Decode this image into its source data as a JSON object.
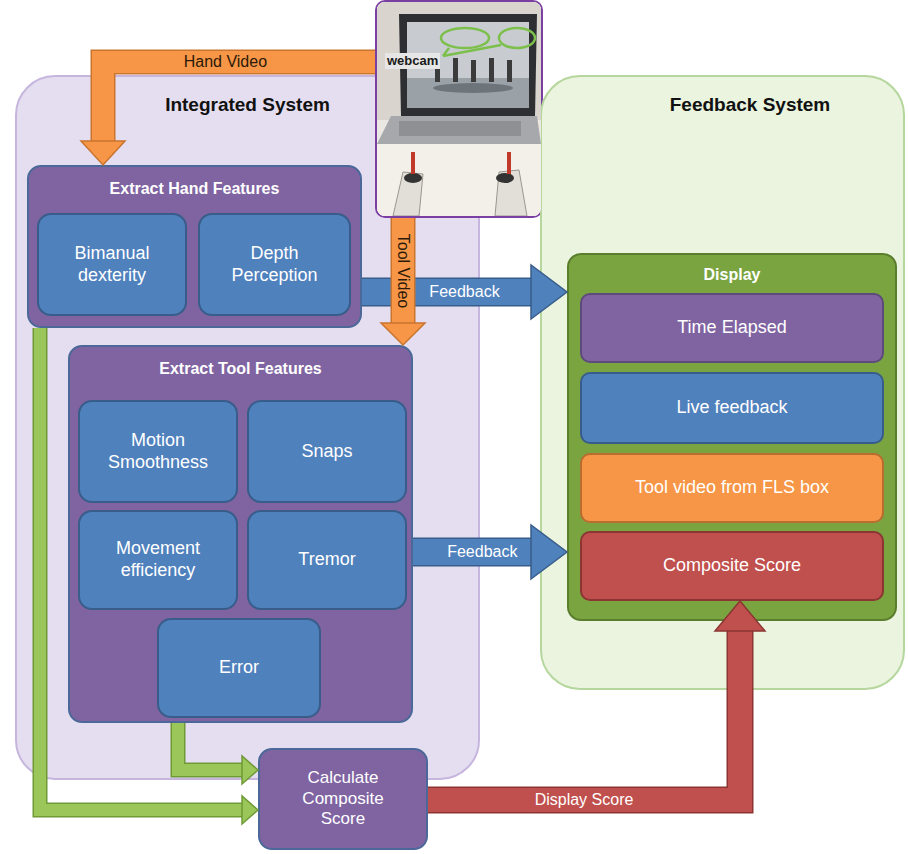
{
  "diagram": {
    "nodes": [
      {
        "text": [
          "Integrated System"
        ]
      },
      {
        "text": [
          "webcam"
        ]
      },
      {
        "text": [
          "Feedback System"
        ]
      },
      {
        "text": [
          "Extract Hand Features"
        ],
        "in": 0
      },
      {
        "text": [
          "Bimanual dexterity"
        ],
        "in": 3
      },
      {
        "text": [
          "Depth Perception"
        ],
        "in": 3
      },
      {
        "text": [
          "Extract Tool Features"
        ],
        "in": 0
      },
      {
        "text": [
          "Motion Smoothness"
        ],
        "in": 6
      },
      {
        "text": [
          "Snaps"
        ],
        "in": 6
      },
      {
        "text": [
          "Movement efficiency"
        ],
        "in": 6
      },
      {
        "text": [
          "Tremor"
        ],
        "in": 6
      },
      {
        "text": [
          "Error"
        ],
        "in": 6
      },
      {
        "text": [
          "Calculate Composite Score"
        ]
      },
      {
        "text": [
          "Display"
        ],
        "in": 2
      },
      {
        "text": [
          "Time Elapsed"
        ],
        "in": 13
      },
      {
        "text": [
          "Live feedback"
        ],
        "in": 13
      },
      {
        "text": [
          "Tool video from FLS box"
        ],
        "in": 13
      },
      {
        "text": [
          "Composite Score"
        ],
        "in": 13
      }
    ],
    "edges": [
      {
        "from": 1,
        "to": 3,
        "arrow": "to",
        "label": "Hand Video"
      },
      {
        "from": 1,
        "to": 6,
        "arrow": "to",
        "label": "Tool Video"
      },
      {
        "from": 3,
        "to": 13,
        "arrow": "to",
        "label": "Feedback"
      },
      {
        "from": 6,
        "to": 13,
        "arrow": "to",
        "label": "Feedback"
      },
      {
        "from": 3,
        "to": 12,
        "arrow": "to"
      },
      {
        "from": 6,
        "to": 12,
        "arrow": "to"
      },
      {
        "from": 12,
        "to": 17,
        "arrow": "to",
        "label": "Display Score"
      }
    ]
  }
}
